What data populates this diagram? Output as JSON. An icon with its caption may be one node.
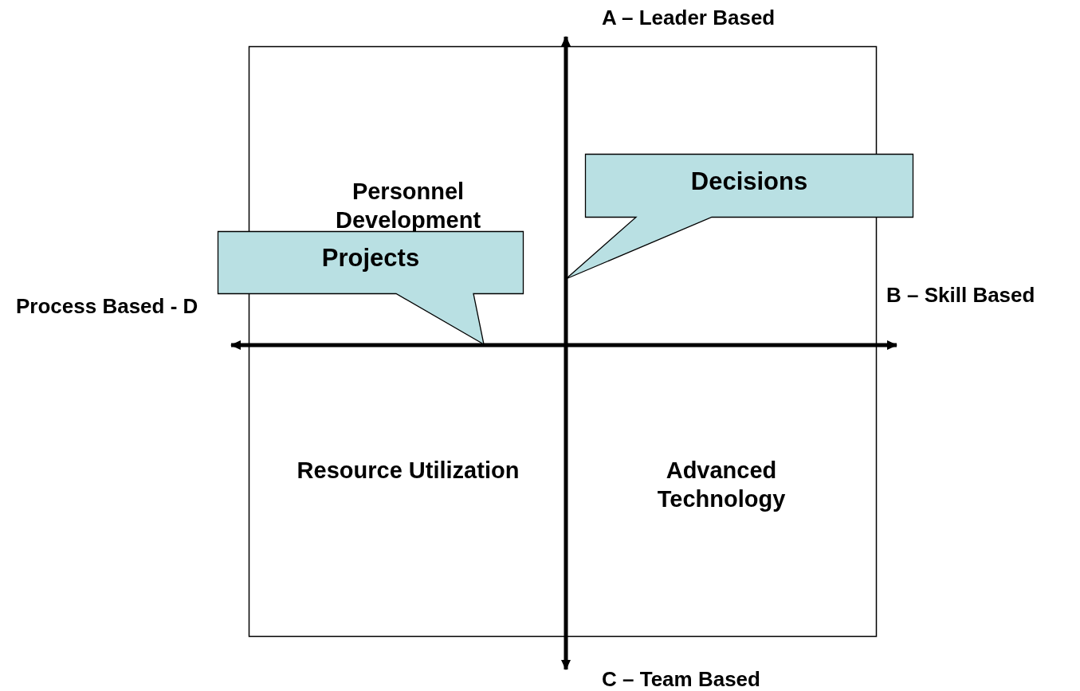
{
  "diagram": {
    "nodes": [
      {
        "text": [
          "Projects"
        ]
      },
      {
        "text": [
          "Decisions"
        ]
      }
    ],
    "labels": [
      "A – Leader Based",
      "Personnel Development",
      "Process Based - D",
      "B – Skill Based",
      "Resource Utilization",
      "Advanced Technology",
      "C – Team Based"
    ]
  }
}
